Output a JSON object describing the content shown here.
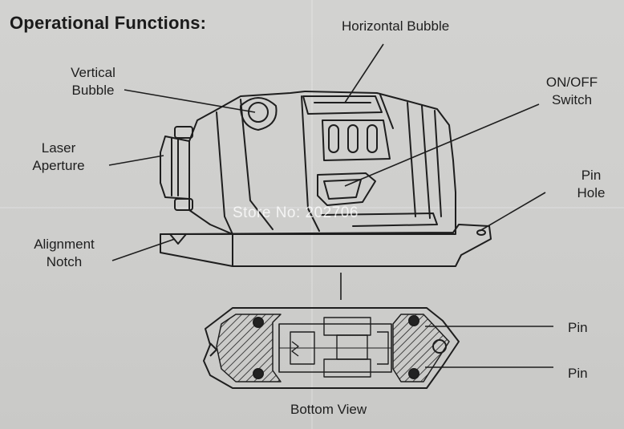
{
  "title": "Operational Functions:",
  "labels": {
    "horizontal_bubble": "Horizontal Bubble",
    "vertical_bubble": "Vertical\nBubble",
    "on_off_switch": "ON/OFF\nSwitch",
    "laser_aperture": "Laser\nAperture",
    "pin_hole": "Pin\nHole",
    "alignment_notch": "Alignment\nNotch",
    "pin_top": "Pin",
    "pin_bottom": "Pin",
    "bottom_view": "Bottom View"
  },
  "watermark": "Store No: 202706",
  "colors": {
    "paper": "#d0d0ce",
    "ink": "#1e1e1e"
  }
}
